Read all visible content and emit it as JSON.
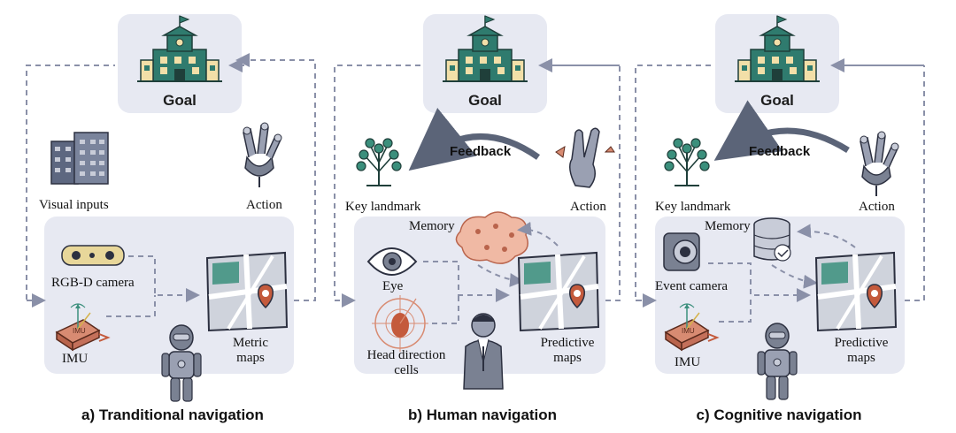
{
  "panels": [
    {
      "goal": "Goal",
      "caption": "a) Tranditional navigation",
      "labels": {
        "visual_inputs": "Visual inputs",
        "action": "Action",
        "rgbd_camera": "RGB-D camera",
        "imu": "IMU",
        "map": "Metric\nmaps",
        "imu_chip": "IMU"
      }
    },
    {
      "goal": "Goal",
      "caption": "b) Human navigation",
      "feedback": "Feedback",
      "labels": {
        "key_landmark": "Key landmark",
        "action": "Action",
        "memory": "Memory",
        "eye": "Eye",
        "head_direction": "Head direction\ncells",
        "map": "Predictive\nmaps"
      }
    },
    {
      "goal": "Goal",
      "caption": "c) Cognitive navigation",
      "feedback": "Feedback",
      "labels": {
        "key_landmark": "Key landmark",
        "action": "Action",
        "memory": "Memory",
        "event_camera": "Event camera",
        "imu": "IMU",
        "map": "Predictive\nmaps",
        "imu_chip": "IMU"
      }
    }
  ],
  "colors": {
    "box": "#e7e9f2",
    "arrow": "#8a90a8",
    "building": "#2f7b6e",
    "building_roof": "#f2dfa8",
    "tree": "#3b8f7c",
    "map_bg": "#cfd3dc",
    "map_road": "#ffffff",
    "pin": "#c45a3c",
    "robot": "#7a8192"
  }
}
